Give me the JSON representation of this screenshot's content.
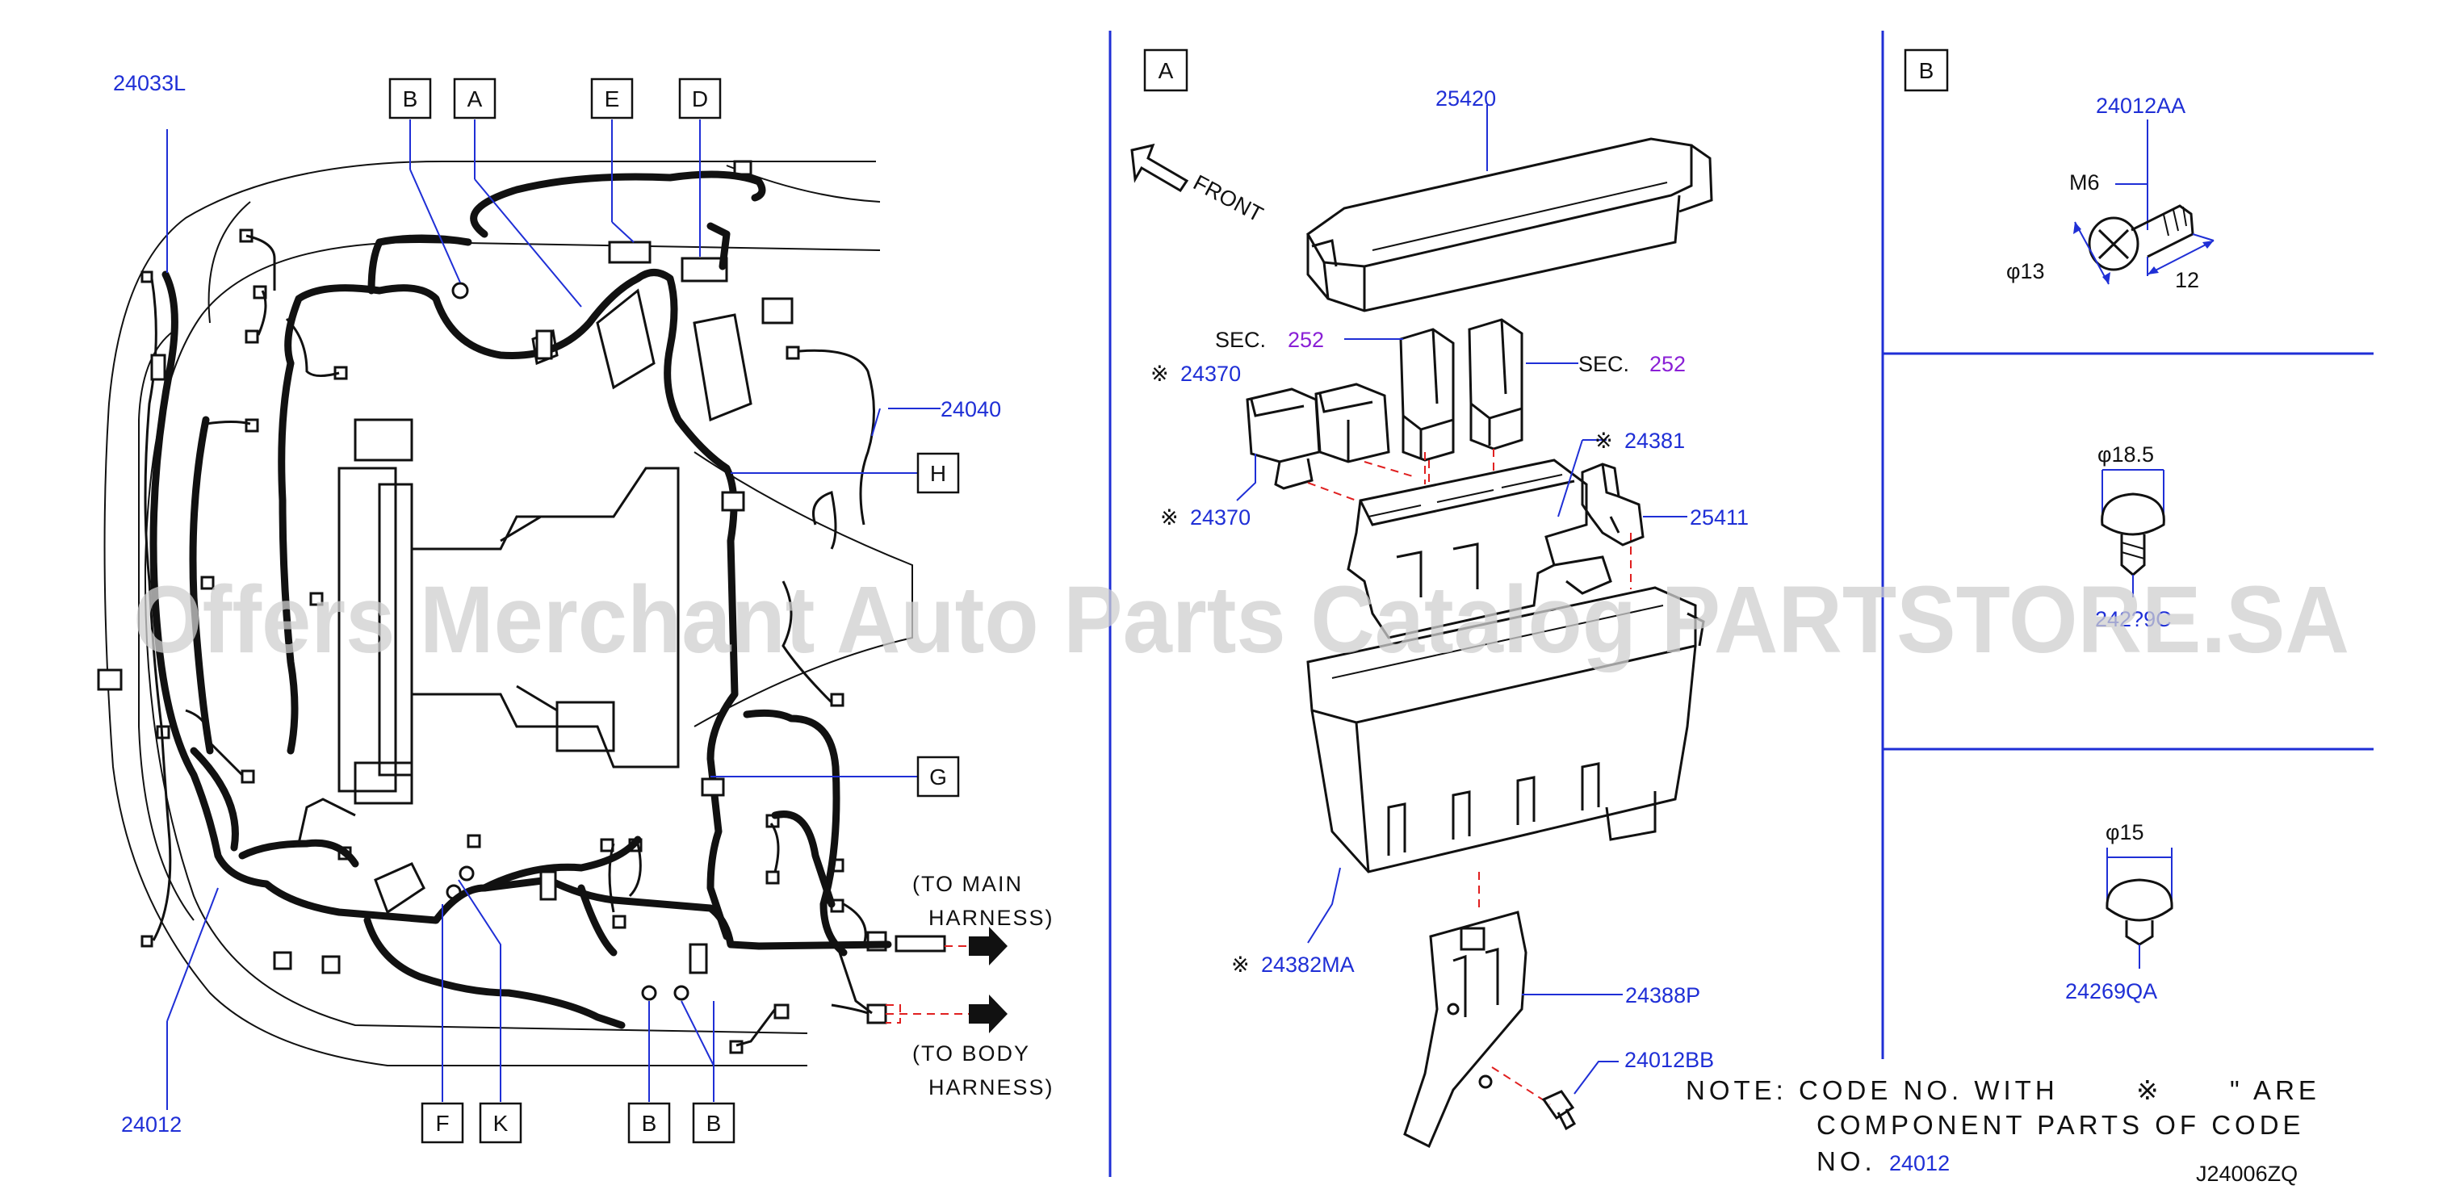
{
  "left_panel": {
    "part_24033L": "24033L",
    "part_24040": "24040",
    "part_24012": "24012",
    "callouts": {
      "B1": "B",
      "A": "A",
      "E": "E",
      "D": "D",
      "H": "H",
      "G": "G",
      "F": "F",
      "K": "K",
      "B2": "B",
      "B3": "B"
    },
    "to_main_line1": "(TO  MAIN",
    "to_main_line2": "HARNESS)",
    "to_body_line1": "(TO  BODY",
    "to_body_line2": "HARNESS)"
  },
  "panel_a": {
    "tag": "A",
    "front": "FRONT",
    "part_25420": "25420",
    "sec_label": "SEC.",
    "sec_number": "252",
    "mark": "※",
    "part_24370": "24370",
    "part_24381": "24381",
    "part_25411": "25411",
    "part_24382MA": "24382MA",
    "part_24388P": "24388P",
    "part_24012BB": "24012BB"
  },
  "panel_b": {
    "tag": "B",
    "part_24012AA": "24012AA",
    "m6": "M6",
    "phi13": "φ13",
    "len12": "12",
    "phi185": "φ18.5",
    "part_24269_partial": "242?9C",
    "phi15": "φ15",
    "part_24269QA": "24269QA"
  },
  "note": {
    "line1_a": "NOTE:  CODE  NO.  WITH",
    "mark": "※",
    "line1_b": "\"  ARE",
    "line2": "COMPONENT  PARTS  OF  CODE",
    "line3_prefix": "NO.",
    "code": "24012"
  },
  "diagram_code": "J24006ZQ",
  "watermark": "Offers Merchant Auto Parts Catalog PARTSTORE.SA",
  "colors": {
    "part_number": "#1f2fd6",
    "section_ref": "#8a1fd6",
    "leader_dash": "#e02020",
    "line": "#111111"
  }
}
